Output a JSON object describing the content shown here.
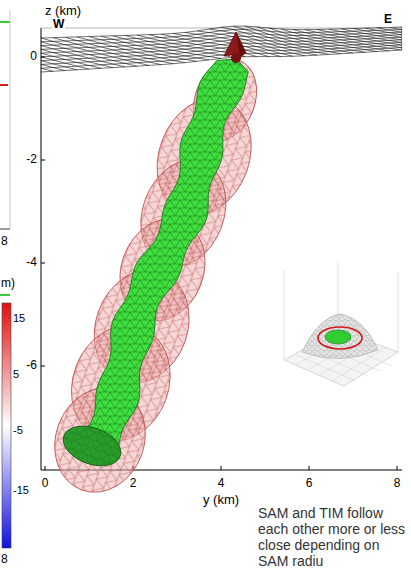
{
  "diagram": {
    "labels": [
      "z (km)",
      "W",
      "E",
      "0",
      "-2",
      "-4",
      "-6",
      "0",
      "2",
      "4",
      "6",
      "8",
      "y (km)",
      "8",
      "m)",
      "15",
      "5",
      "-5",
      "-15",
      "8",
      "SAM and TIM follow each other more or less close depending on SAM radiu"
    ]
  }
}
